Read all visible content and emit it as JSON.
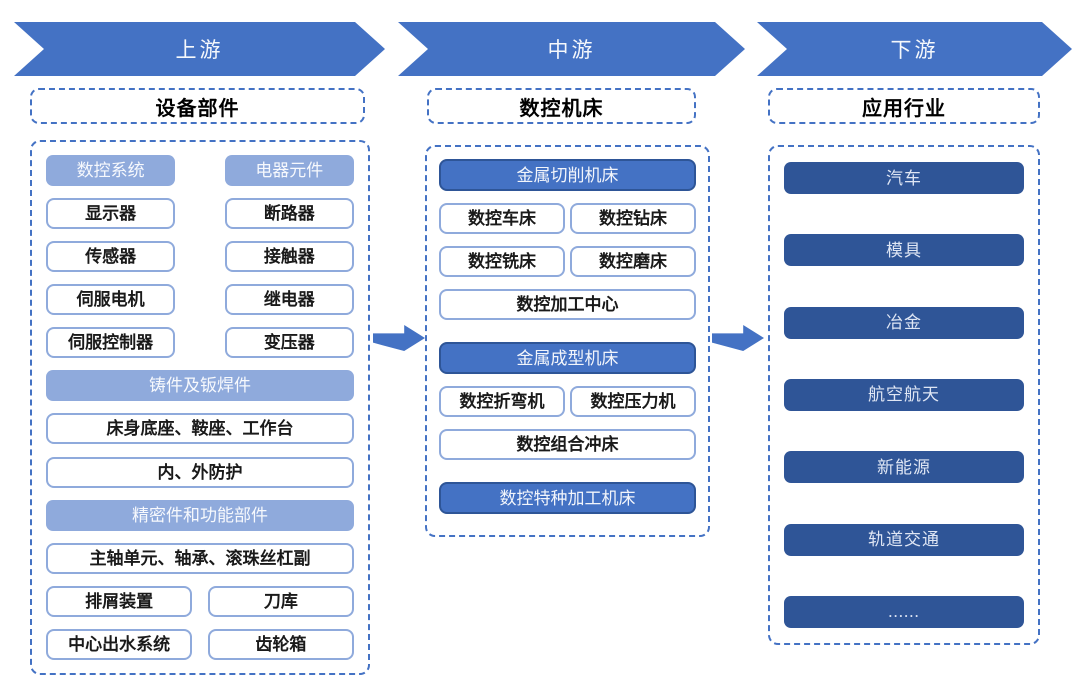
{
  "stages": [
    {
      "label": "上游",
      "category": "设备部件"
    },
    {
      "label": "中游",
      "category": "数控机床"
    },
    {
      "label": "下游",
      "category": "应用行业"
    }
  ],
  "upstream": {
    "rows": [
      {
        "cells": [
          "数控系统",
          "电器元件"
        ]
      },
      {
        "cells": [
          "显示器",
          "断路器"
        ]
      },
      {
        "cells": [
          "传感器",
          "接触器"
        ]
      },
      {
        "cells": [
          "伺服电机",
          "继电器"
        ]
      },
      {
        "cells": [
          "伺服控制器",
          "变压器"
        ]
      },
      {
        "label": "铸件及钣焊件"
      },
      {
        "label": "床身底座、鞍座、工作台"
      },
      {
        "label": "内、外防护"
      },
      {
        "label": "精密件和功能部件"
      },
      {
        "label": "主轴单元、轴承、滚珠丝杠副"
      },
      {
        "cells": [
          "排屑装置",
          "刀库"
        ]
      },
      {
        "cells": [
          "中心出水系统",
          "齿轮箱"
        ]
      }
    ]
  },
  "midstream": {
    "rows": [
      {
        "label": "金属切削机床"
      },
      {
        "cells": [
          "数控车床",
          "数控钻床"
        ]
      },
      {
        "cells": [
          "数控铣床",
          "数控磨床"
        ]
      },
      {
        "label": "数控加工中心"
      },
      {
        "label": "金属成型机床"
      },
      {
        "cells": [
          "数控折弯机",
          "数控压力机"
        ]
      },
      {
        "label": "数控组合冲床"
      },
      {
        "label": "数控特种加工机床"
      }
    ]
  },
  "downstream": {
    "industries": [
      "汽车",
      "模具",
      "冶金",
      "航空航天",
      "新能源",
      "轨道交通",
      "......"
    ]
  },
  "colors": {
    "stage_arrow_blue": "#4472C4",
    "group_header_light_blue": "#8FAADC",
    "machine_header_blue": "#4472C4",
    "industry_dark_blue": "#2F5597",
    "dashed_border_blue": "#4472C4",
    "white_box_border": "#8FAADC"
  }
}
